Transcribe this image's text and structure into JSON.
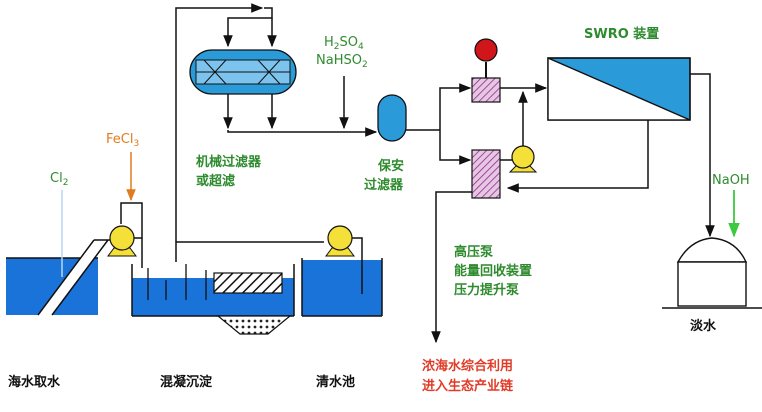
{
  "labels": {
    "intake": "海水取水",
    "coag": "混凝沉淀",
    "clear": "清水池",
    "filter_1": "机械过滤器",
    "filter_2": "或超滤",
    "security_1": "保安",
    "security_2": "过滤器",
    "swro": "SWRO 装置",
    "energy_1": "高压泵",
    "energy_2": "能量回收装置",
    "energy_3": "压力提升泵",
    "brine_1": "浓海水综合利用",
    "brine_2": "进入生态产业链",
    "fresh": "淡水"
  },
  "chemicals": {
    "cl2": "Cl",
    "cl2_sub": "2",
    "fecl3": "FeCl",
    "fecl3_sub": "3",
    "h2so4_a": "H",
    "h2so4_sub1": "2",
    "h2so4_b": "SO",
    "h2so4_sub2": "4",
    "nahso2_a": "NaHSO",
    "nahso2_sub": "2",
    "naoh": "NaOH"
  },
  "colors": {
    "water": "#1a73d9",
    "pump": "#f5e03a",
    "line": "#111111",
    "text_green": "#2e8b2e",
    "text_orange": "#e07b1f",
    "text_red": "#e03c28",
    "gauge": "#d0151b",
    "exchanger": "#b04fa8",
    "filter_fill": "#2b9ad9"
  }
}
